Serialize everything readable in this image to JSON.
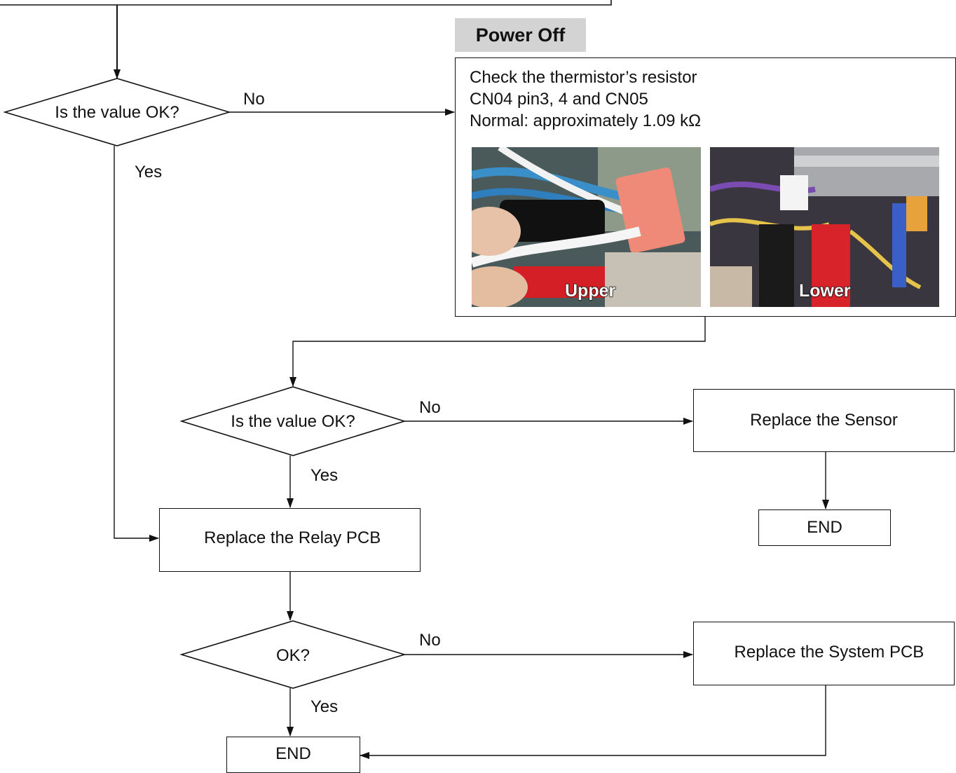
{
  "decisions": {
    "d1": "Is the value OK?",
    "d2": "Is the value OK?",
    "d3": "OK?"
  },
  "edge_labels": {
    "no1": "No",
    "yes1": "Yes",
    "no2": "No",
    "yes2": "Yes",
    "no3": "No",
    "yes3": "Yes"
  },
  "power_off_tag": "Power Off",
  "check_box": {
    "lines": [
      "Check the thermistor’s resistor",
      "CN04 pin3, 4 and CN05",
      "Normal: approximately 1.09 kΩ"
    ],
    "photos": [
      {
        "label": "Upper"
      },
      {
        "label": "Lower"
      }
    ]
  },
  "actions": {
    "replace_sensor": "Replace the Sensor",
    "replace_relay_pcb": "Replace the Relay PCB",
    "replace_system_pcb": "Replace the System PCB",
    "end_sensor": "END",
    "end_final": "END"
  },
  "colors": {
    "line": "#111111",
    "tag_bg": "#d3d3d3"
  }
}
